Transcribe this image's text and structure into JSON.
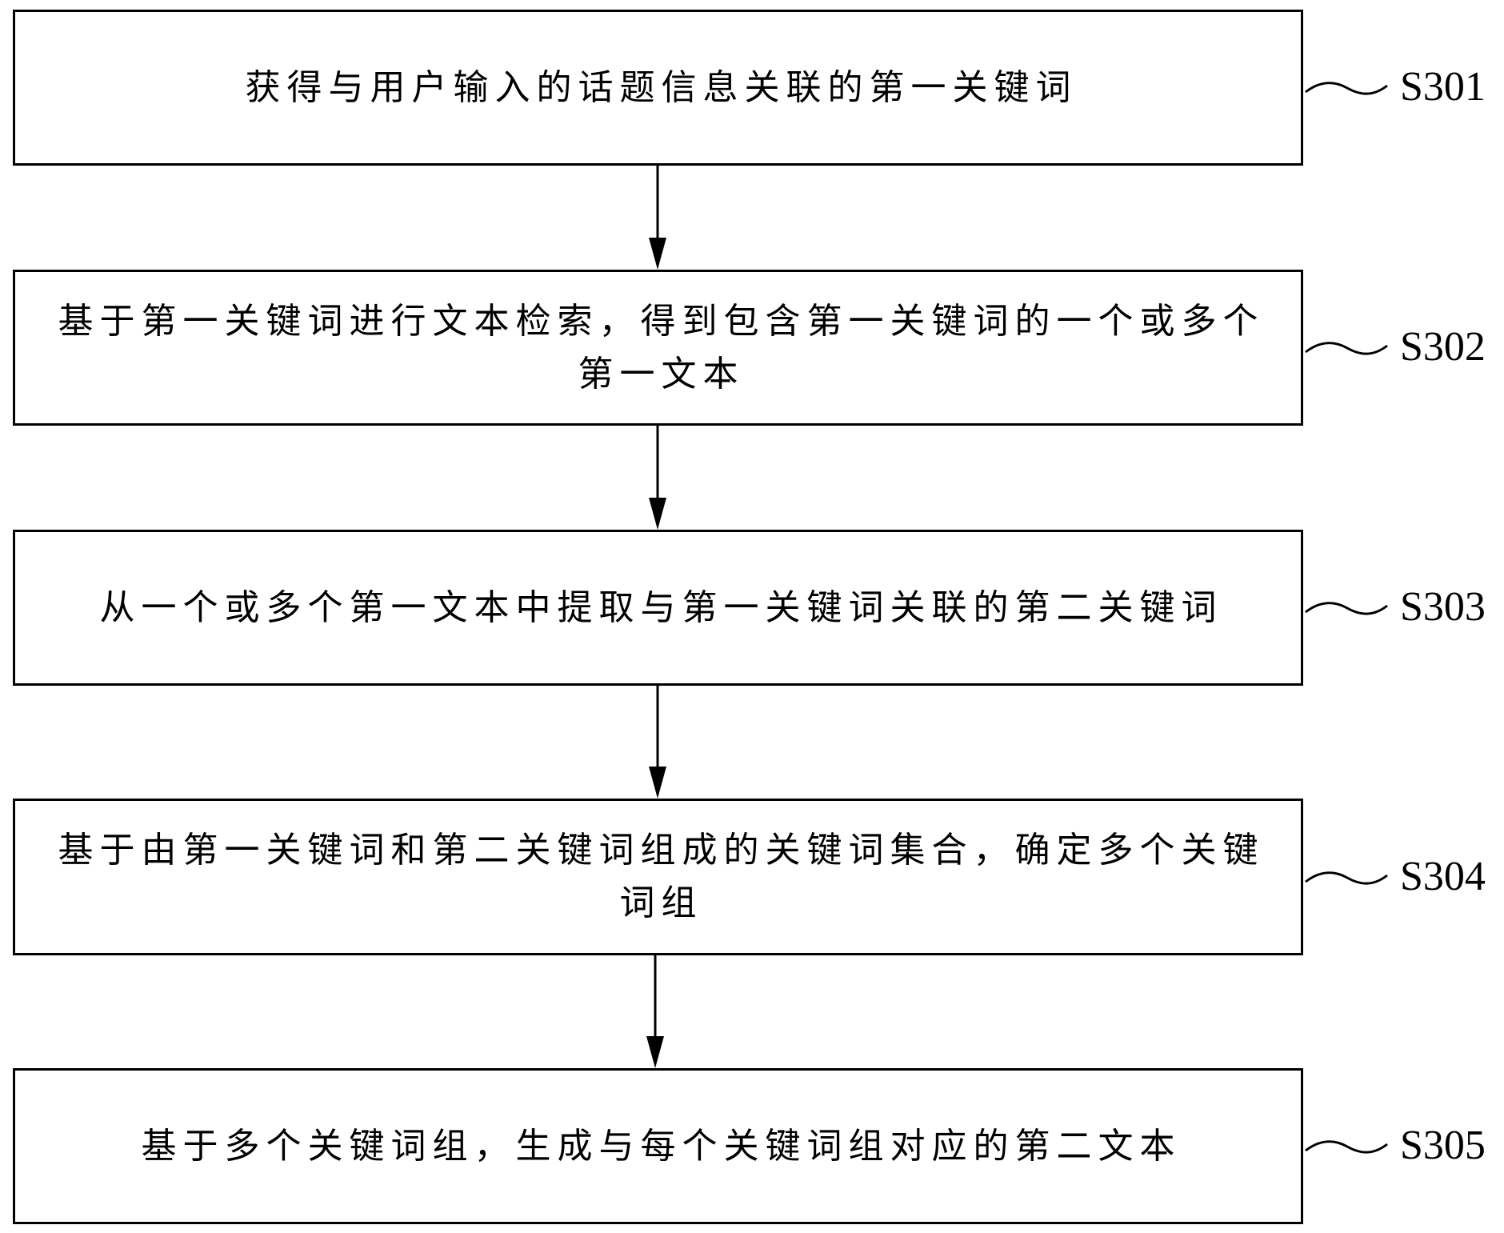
{
  "steps": [
    {
      "label": "S301",
      "lines": [
        "获得与用户输入的话题信息关联的第一关键词"
      ]
    },
    {
      "label": "S302",
      "lines": [
        "基于第一关键词进行文本检索，得到包含第一关键词的一个或多个",
        "第一文本"
      ]
    },
    {
      "label": "S303",
      "lines": [
        "从一个或多个第一文本中提取与第一关键词关联的第二关键词"
      ]
    },
    {
      "label": "S304",
      "lines": [
        "基于由第一关键词和第二关键词组成的关键词集合，确定多个关键",
        "词组"
      ]
    },
    {
      "label": "S305",
      "lines": [
        "基于多个关键词组，生成与每个关键词组对应的第二文本"
      ]
    }
  ],
  "colors": {
    "stroke": "#000000",
    "background": "#ffffff"
  }
}
